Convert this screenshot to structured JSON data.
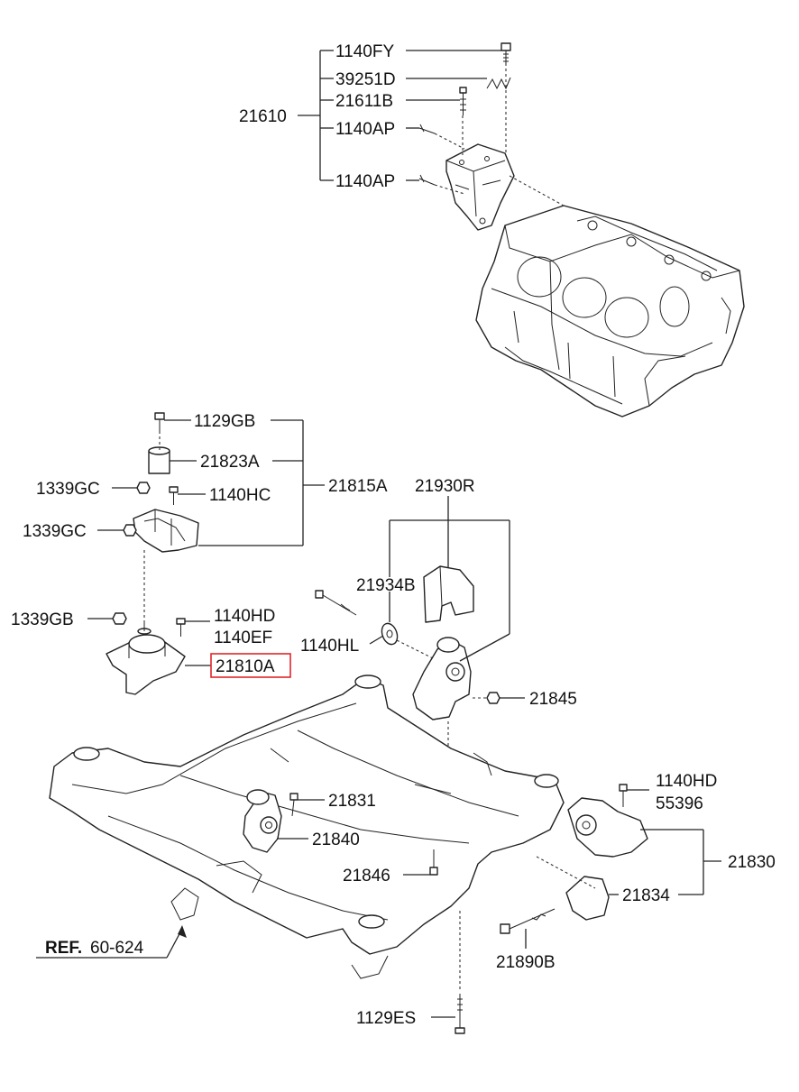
{
  "labels": {
    "p1140FY": "1140FY",
    "p39251D": "39251D",
    "p21611B": "21611B",
    "p21610": "21610",
    "p1140AP_a": "1140AP",
    "p1140AP_b": "1140AP",
    "p1129GB": "1129GB",
    "p21823A": "21823A",
    "p1339GC_a": "1339GC",
    "p1140HC": "1140HC",
    "p21815A": "21815A",
    "p1339GC_b": "1339GC",
    "p21930R": "21930R",
    "p21934B": "21934B",
    "p1339GB": "1339GB",
    "p1140HD_a": "1140HD",
    "p1140EF": "1140EF",
    "p1140HL": "1140HL",
    "p21810A": "21810A",
    "p21845": "21845",
    "p1140HD_b": "1140HD",
    "p55396": "55396",
    "p21831": "21831",
    "p21840": "21840",
    "p21830": "21830",
    "p21846": "21846",
    "p21834": "21834",
    "p21890B": "21890B",
    "ref_bold": "REF.",
    "ref_num": "60-624",
    "p1129ES": "1129ES"
  },
  "highlight_color": "#e0262b"
}
